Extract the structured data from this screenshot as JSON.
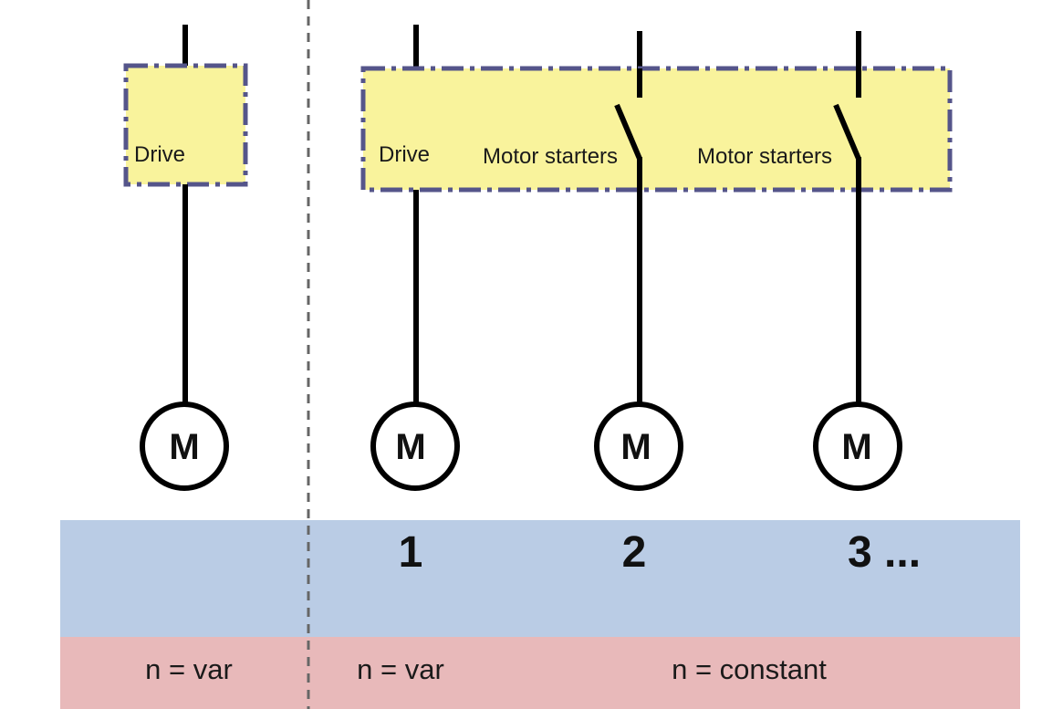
{
  "colors": {
    "box_fill": "#f9f39c",
    "box_border": "#55558a",
    "blue_band": "#bacce5",
    "red_band": "#e8b9ba",
    "divider": "#666666",
    "line": "#000000"
  },
  "left_group": {
    "drive_label": "Drive",
    "motor_label": "M",
    "bottom_label": "n = var"
  },
  "right_group": {
    "drive_label": "Drive",
    "starter_labels": [
      "Motor starters",
      "Motor starters"
    ],
    "motors": [
      {
        "symbol": "M",
        "number": "1"
      },
      {
        "symbol": "M",
        "number": "2"
      },
      {
        "symbol": "M",
        "number": "3 ..."
      }
    ],
    "bottom_labels": [
      "n = var",
      "n = constant"
    ]
  }
}
